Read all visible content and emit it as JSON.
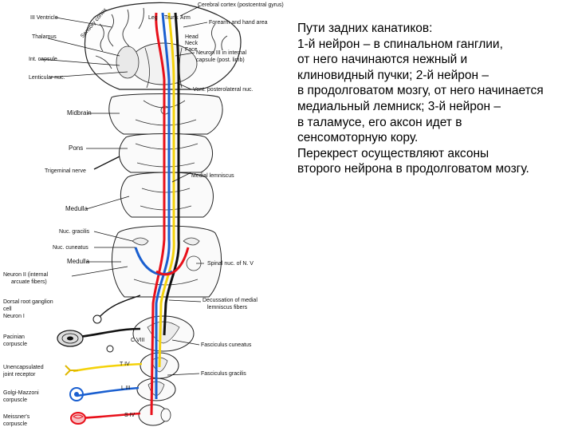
{
  "figure_labels": {
    "ventricle": "III Ventricle",
    "thalamus": "Thalamus",
    "int_capsule": "Int. capsule",
    "lenticular": "Lenticular nuc.",
    "sensory_cortex": "Sensory cortex",
    "cerebral_cortex": "Cerebral cortex (postcentral gyrus)",
    "forearm_hand": "Forearm and hand area",
    "neuron3": "Neuron III in internal",
    "neuron3_b": "capsule (post. limb)",
    "vent_post": "Vent. posterolateral nuc.",
    "midbrain": "Midbrain",
    "pons": "Pons",
    "trigeminal": "Trigeminal nerve",
    "medial_lemniscus": "Medial lemniscus",
    "medulla_top": "Medulla",
    "nuc_gracilis": "Nuc. gracilis",
    "nuc_cuneatus": "Nuc. cuneatus",
    "medulla_low": "Medulla",
    "neuron2": "Neuron II (internal",
    "neuron2_b": "arcuate fibers)",
    "spinal_nuc": "Spinal nuc. of N. V",
    "drg": "Dorsal root ganglion",
    "drg_b": "cell",
    "drg_c": "Neuron I",
    "decussation": "Decussation of medial",
    "decussation_b": "lemniscus fibers",
    "pacinian": "Pacinian",
    "pacinian_b": "corpuscle",
    "c8": "C VIII",
    "fasc_cuneatus": "Fasciculus cuneatus",
    "unencapsulated": "Unencapsulated",
    "unencapsulated_b": "joint receptor",
    "t4": "T IV",
    "fasc_gracilis": "Fasciculus gracilis",
    "golgi": "Golgi-Mazzoni",
    "golgi_b": "corpuscle",
    "l3": "L III",
    "meissner": "Meissner's",
    "meissner_b": "corpuscle",
    "s4": "S IV",
    "head": "Head",
    "neck": "Neck",
    "face": "Face",
    "leg": "Leg",
    "trunk": "Trunk",
    "arm": "Arm"
  },
  "caption_lines": [
    "Пути задних канатиков:",
    "1-й нейрон – в спинальном ганглии,",
    "от него начинаются нежный и",
    "клиновидный пучки; 2-й нейрон –",
    "в продолговатом мозгу, от него начинается",
    "медиальный лемниск; 3-й нейрон –",
    "в таламусе, его аксон идет в",
    "сенсомоторную кору.",
    "Перекрест осуществляют аксоны",
    "второго нейрона в продолговатом мозгу."
  ],
  "colors": {
    "red": "#e8101a",
    "blue": "#1a5fd0",
    "yellow": "#f4d20a",
    "black": "#111111"
  }
}
